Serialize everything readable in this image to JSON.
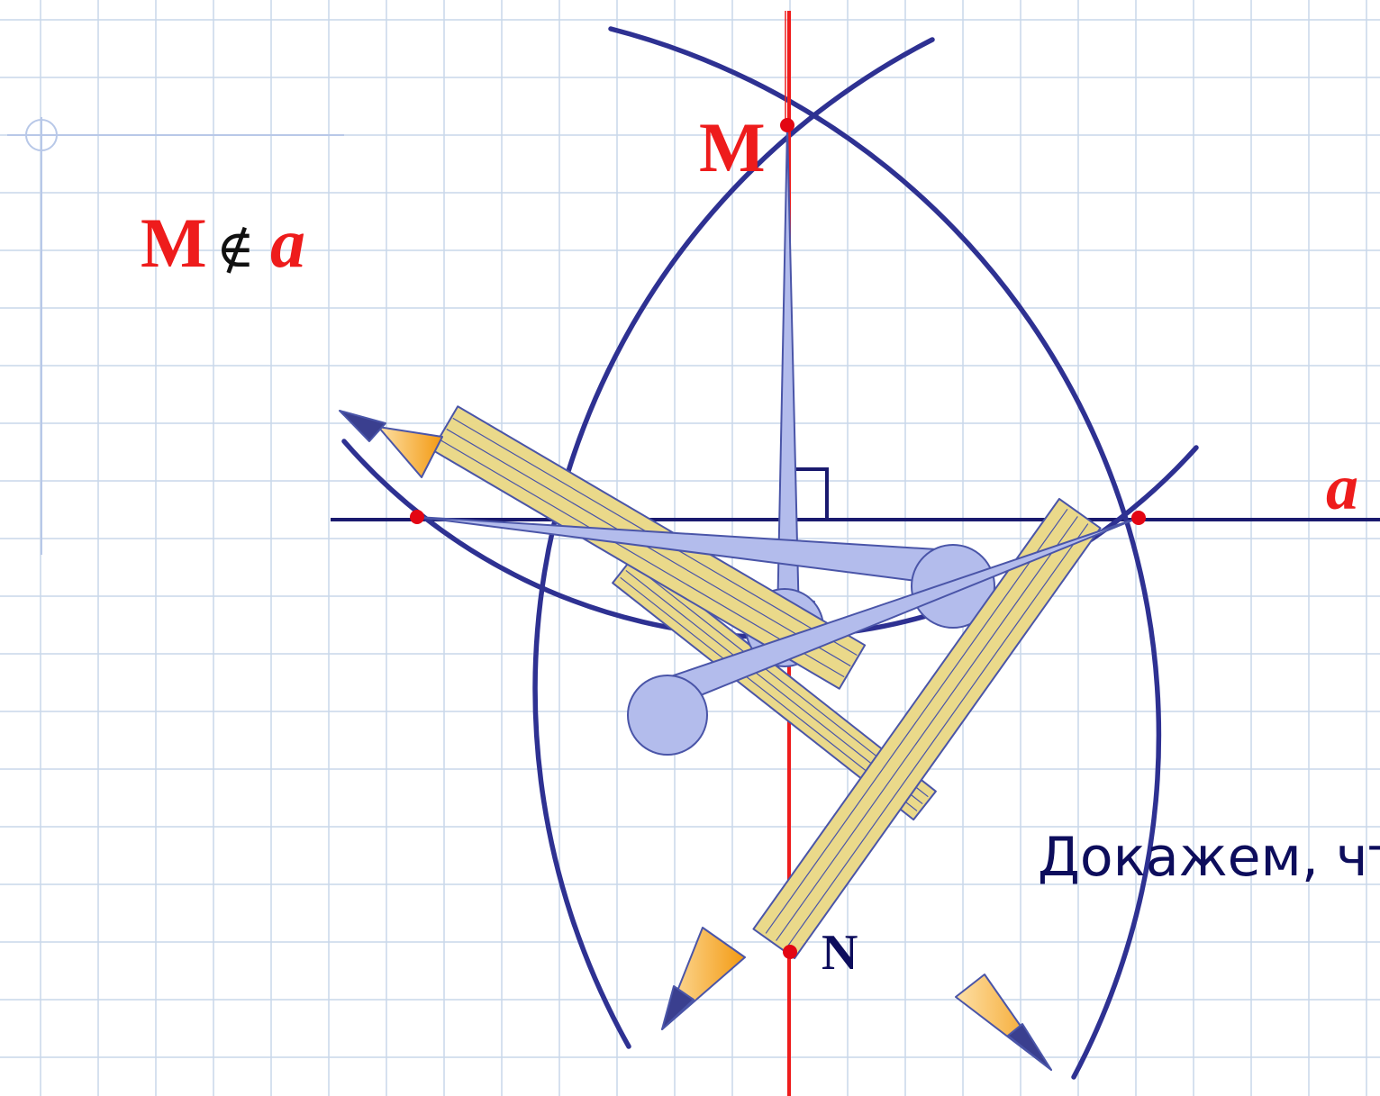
{
  "labels": {
    "point_m": "M",
    "point_n": "N",
    "line_a": "a",
    "condition_point": "M",
    "condition_symbol": "∉",
    "condition_line": "a",
    "caption": "Докажем, что"
  },
  "colors": {
    "grid": "#c9d7ea",
    "arc": "#2e3192",
    "line_a": "#1a1a6e",
    "perpendicular": "#ee1c1c",
    "point": "#e30613",
    "label_red": "#ee1c1c",
    "label_navy": "#0d0d5c",
    "compass_body": "#b3bcec",
    "compass_outline": "#4a55a8",
    "pencil_body": "#ead98a",
    "pencil_tip": "#f7a21b",
    "pencil_lead": "#3a3f8f"
  },
  "icons": {
    "corner_decoration": "crosshair-corner-icon",
    "right_angle": "right-angle-icon"
  }
}
